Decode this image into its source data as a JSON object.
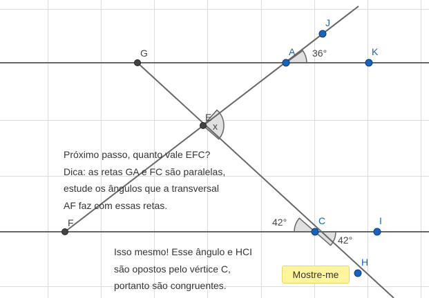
{
  "points": {
    "G": "G",
    "A": "A",
    "J": "J",
    "K": "K",
    "E": "E",
    "F": "F",
    "C": "C",
    "I": "I",
    "H": "H"
  },
  "angles": {
    "angle_A": "36°",
    "angle_E": "x",
    "angle_C_left": "42°",
    "angle_C_right": "42°"
  },
  "hint_lines": [
    "Próximo passo, quanto vale EFC?",
    "Dica: as retas GA e FC são paralelas,",
    "estude os ângulos que a transversal",
    "AF faz com essas retas."
  ],
  "answer_lines": [
    "Isso mesmo! Esse ângulo e HCI",
    "são opostos pelo vértice C,",
    "portanto são congruentes."
  ],
  "button_label": "Mostre-me",
  "colors": {
    "grid": "#dcdcdc",
    "line": "#666666",
    "point_blue": "#1565c0",
    "point_dark": "#444444",
    "angle_fill": "#e0e0e0",
    "button_bg": "#fff59d"
  }
}
